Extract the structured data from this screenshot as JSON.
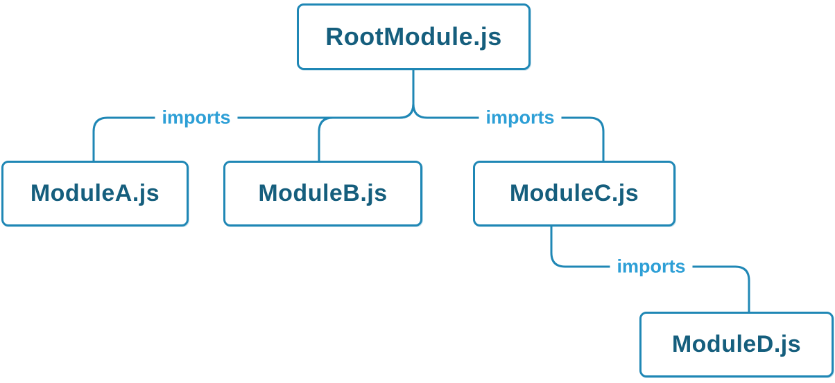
{
  "diagram": {
    "type": "module-dependency-tree",
    "nodes": {
      "root": {
        "label": "RootModule.js"
      },
      "moduleA": {
        "label": "ModuleA.js"
      },
      "moduleB": {
        "label": "ModuleB.js"
      },
      "moduleC": {
        "label": "ModuleC.js"
      },
      "moduleD": {
        "label": "ModuleD.js"
      }
    },
    "edges": [
      {
        "from": "RootModule.js",
        "to": "ModuleA.js",
        "label": "imports"
      },
      {
        "from": "RootModule.js",
        "to": "ModuleB.js",
        "label": ""
      },
      {
        "from": "RootModule.js",
        "to": "ModuleC.js",
        "label": "imports"
      },
      {
        "from": "ModuleC.js",
        "to": "ModuleD.js",
        "label": "imports"
      }
    ],
    "colors": {
      "node_border": "#1f87b5",
      "node_text": "#155e7d",
      "edge_line": "#1f87b5",
      "edge_label_text": "#2d9fd6",
      "background": "#ffffff"
    }
  }
}
